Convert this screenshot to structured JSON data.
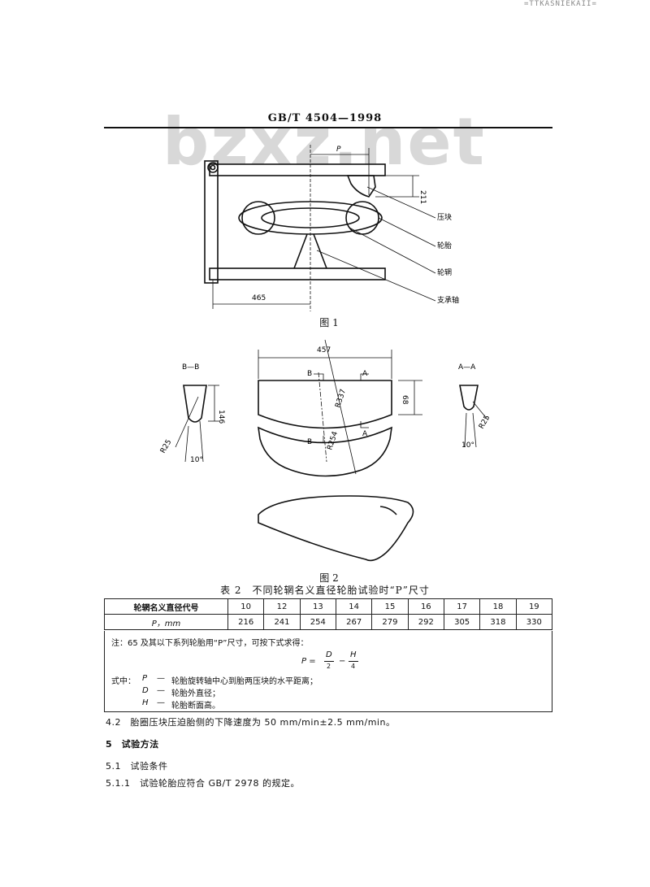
{
  "page": {
    "top_mark": "=TTKASNIEKAII=",
    "header": "GB/T 4504—1998",
    "watermark": "bzxz.net"
  },
  "figure1": {
    "caption": "图 1",
    "dim_p": "P",
    "dim_211": "211",
    "dim_465": "465",
    "labels": [
      "压块",
      "轮胎",
      "轮辋",
      "支承轴"
    ]
  },
  "figure2": {
    "caption": "图 2",
    "section_bb": "B—B",
    "section_aa": "A—A",
    "dim_457": "457",
    "dim_68": "68",
    "dim_146": "146",
    "r337": "R337",
    "r254": "R254",
    "r25_left": "R25",
    "r25_right": "R25",
    "angle_left": "10°",
    "angle_right": "10°",
    "mark_b1": "B",
    "mark_b2": "B",
    "mark_a1": "A",
    "mark_a2": "A"
  },
  "table2": {
    "caption": "表 2　不同轮辋名义直径轮胎试验时“P”尺寸",
    "row1_label": "轮辋名义直径代号",
    "row2_label": "P，mm",
    "codes": [
      "10",
      "12",
      "13",
      "14",
      "15",
      "16",
      "17",
      "18",
      "19"
    ],
    "p_values": [
      "216",
      "241",
      "254",
      "267",
      "279",
      "292",
      "305",
      "318",
      "330"
    ],
    "note_line": "注：65 及其以下系列轮胎用“P”尺寸，可按下式求得：",
    "formula_lhs": "P =",
    "formula_d": "D",
    "formula_2": "2",
    "formula_minus": "−",
    "formula_h": "H",
    "formula_4": "4",
    "where_label": "式中：",
    "defs": [
      {
        "sym": "P",
        "dash": "—",
        "text": "轮胎旋转轴中心到胎两压块的水平距离；"
      },
      {
        "sym": "D",
        "dash": "—",
        "text": "轮胎外直径；"
      },
      {
        "sym": "H",
        "dash": "—",
        "text": "轮胎断面高。"
      }
    ]
  },
  "text": {
    "p42": "4.2　胎圈压块压迫胎侧的下降速度为 50 mm/min±2.5 mm/min。",
    "s5": "5　试验方法",
    "s51": "5.1　试验条件",
    "s511": "5.1.1　试验轮胎应符合 GB/T 2978 的规定。"
  }
}
